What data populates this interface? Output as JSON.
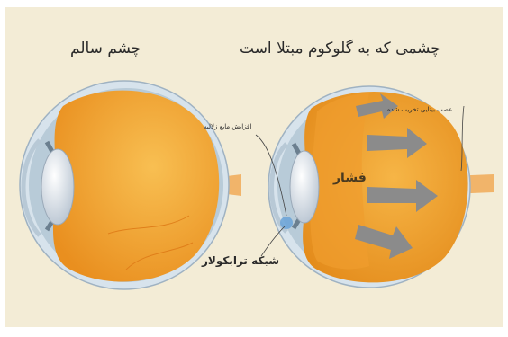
{
  "labels": {
    "healthy_eye": "چشم سالم",
    "glaucoma_eye": "چشمی که به گلوکوم مبتلا است",
    "optic_nerve_damage": "عصب بینایی تخریب شده",
    "drainage_angle": "افزایش مایع زلالیه",
    "pressure": "فشار",
    "trabecular_meshwork": "شبکه ترابکولار"
  },
  "colors": {
    "background": "#f3ecd6",
    "eye_fill": "#f0a12c",
    "eye_fill_light": "#f7bb4a",
    "sclera": "#d7e3ec",
    "nerve": "#f1b46a",
    "lens": "#e8eef5",
    "arrow": "#8b8b8b",
    "meshwork": "#6aa3d8",
    "damage": "#d04a2a"
  }
}
